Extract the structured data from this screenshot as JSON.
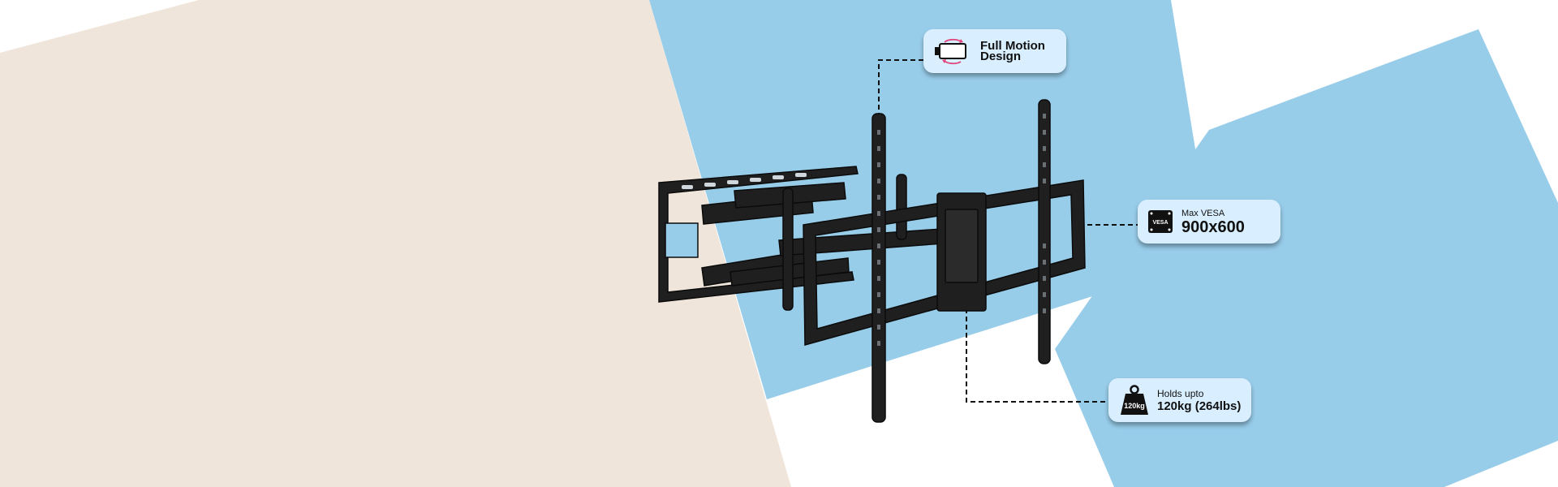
{
  "colors": {
    "beige": "#efe5da",
    "sky_blue": "#98cdea",
    "callout_bg": "#d9efff",
    "mount_black": "#1f1f20",
    "accent_pink": "#e0457b"
  },
  "callouts": {
    "motion": {
      "icon": "rotating-tv-icon",
      "line1": "Full Motion",
      "line2": "Design"
    },
    "vesa": {
      "icon": "vesa-plate-icon",
      "icon_text": "VESA",
      "label": "Max VESA",
      "value": "900x600"
    },
    "weight": {
      "icon": "weight-icon",
      "icon_text": "120kg",
      "label": "Holds upto",
      "value": "120kg (264lbs)"
    }
  }
}
